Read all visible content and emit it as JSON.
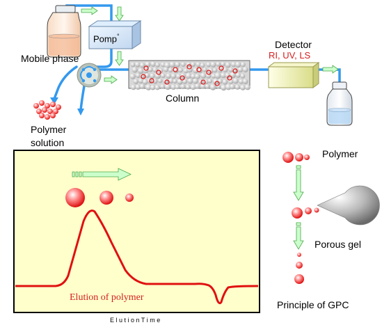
{
  "top": {
    "mobile_phase": "Mobile phase",
    "pump": "Pomp",
    "pump_mark": "°",
    "column": "Column",
    "detector": "Detector",
    "detector_types": "RI,  UV,  LS",
    "polymer_solution_line1": "Polymer",
    "polymer_solution_line2": "solution"
  },
  "chart": {
    "annotation": "Elution  of polymer",
    "xlabel": "E l u t i o n  T i m e"
  },
  "principle": {
    "polymer": "Polymer",
    "porous_gel": "Porous gel",
    "caption": "Principle of GPC"
  },
  "colors": {
    "tube": "#3399ee",
    "trace": "#e01010",
    "panel_bg": "#ffffcc",
    "arrow_fill": "#ccffcc",
    "arrow_stroke": "#4aa84a"
  },
  "icons": [
    "bottle-icon",
    "pump-icon",
    "valve-icon",
    "column-icon",
    "detector-icon",
    "polymer-sphere-icon",
    "porous-gel-icon",
    "flow-arrow-icon"
  ]
}
